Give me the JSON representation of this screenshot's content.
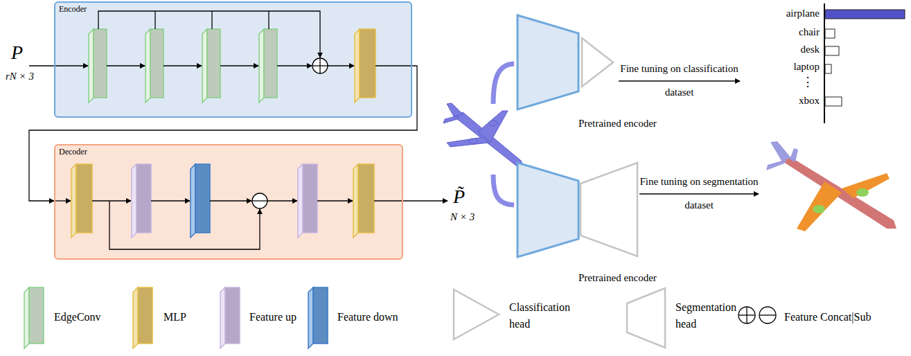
{
  "diagram": {
    "nodes": [
      {
        "text": [
          "Encoder"
        ]
      },
      {
        "text": [
          "Decoder"
        ]
      },
      {
        "text": [
          "Pretrained encoder"
        ]
      },
      {
        "text": [
          "Pretrained encoder"
        ]
      }
    ],
    "edges": [
      {
        "from": 0,
        "to": 1,
        "arrow": "to"
      }
    ],
    "labels": [
      "P",
      "rN × 3",
      "P̃",
      "N × 3",
      "Fine tuning on classification dataset",
      "airplane",
      "chair",
      "desk",
      "laptop",
      "⋮",
      "xbox",
      "Fine tuning on segmentation dataset"
    ],
    "legend": [
      {
        "text": "EdgeConv"
      },
      {
        "text": "MLP"
      },
      {
        "text": "Feature up"
      },
      {
        "text": "Feature down"
      },
      {
        "text": "Classification head"
      },
      {
        "text": "Segmentation head"
      },
      {
        "text": "Feature Concat|Sub"
      }
    ]
  }
}
